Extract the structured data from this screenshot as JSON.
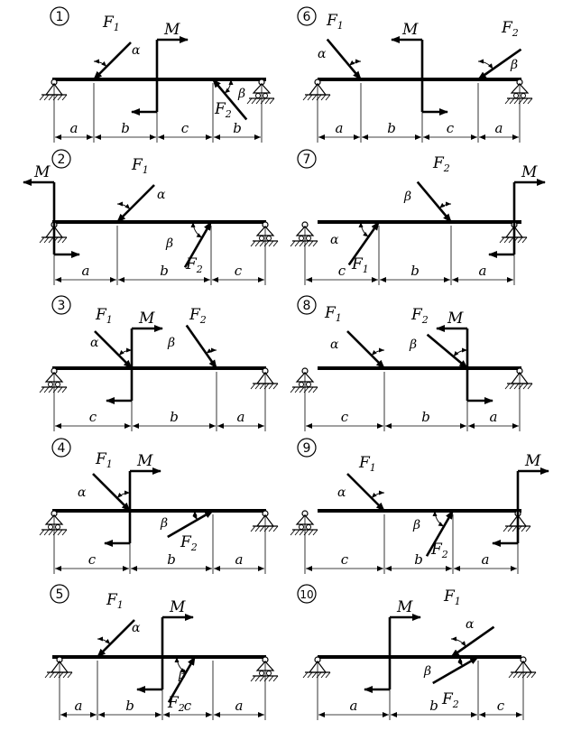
{
  "labels": {
    "force1_main": "F",
    "force1_sub": "1",
    "force2_main": "F",
    "force2_sub": "2",
    "moment": "M",
    "alpha": "α",
    "beta": "β"
  },
  "colors": {
    "ink": "#000000",
    "paper": "#ffffff"
  },
  "variants": [
    {
      "number": "1",
      "segments": [
        "a",
        "b",
        "c",
        "b"
      ]
    },
    {
      "number": "2",
      "segments": [
        "a",
        "b",
        "c"
      ]
    },
    {
      "number": "3",
      "segments": [
        "c",
        "b",
        "a"
      ]
    },
    {
      "number": "4",
      "segments": [
        "c",
        "b",
        "a"
      ]
    },
    {
      "number": "5",
      "segments": [
        "a",
        "b",
        "c",
        "a"
      ]
    },
    {
      "number": "6",
      "segments": [
        "a",
        "b",
        "c",
        "a"
      ]
    },
    {
      "number": "7",
      "segments": [
        "c",
        "b",
        "a"
      ]
    },
    {
      "number": "8",
      "segments": [
        "c",
        "b",
        "a"
      ]
    },
    {
      "number": "9",
      "segments": [
        "c",
        "b",
        "a"
      ]
    },
    {
      "number": "10",
      "segments": [
        "a",
        "b",
        "c"
      ]
    }
  ]
}
